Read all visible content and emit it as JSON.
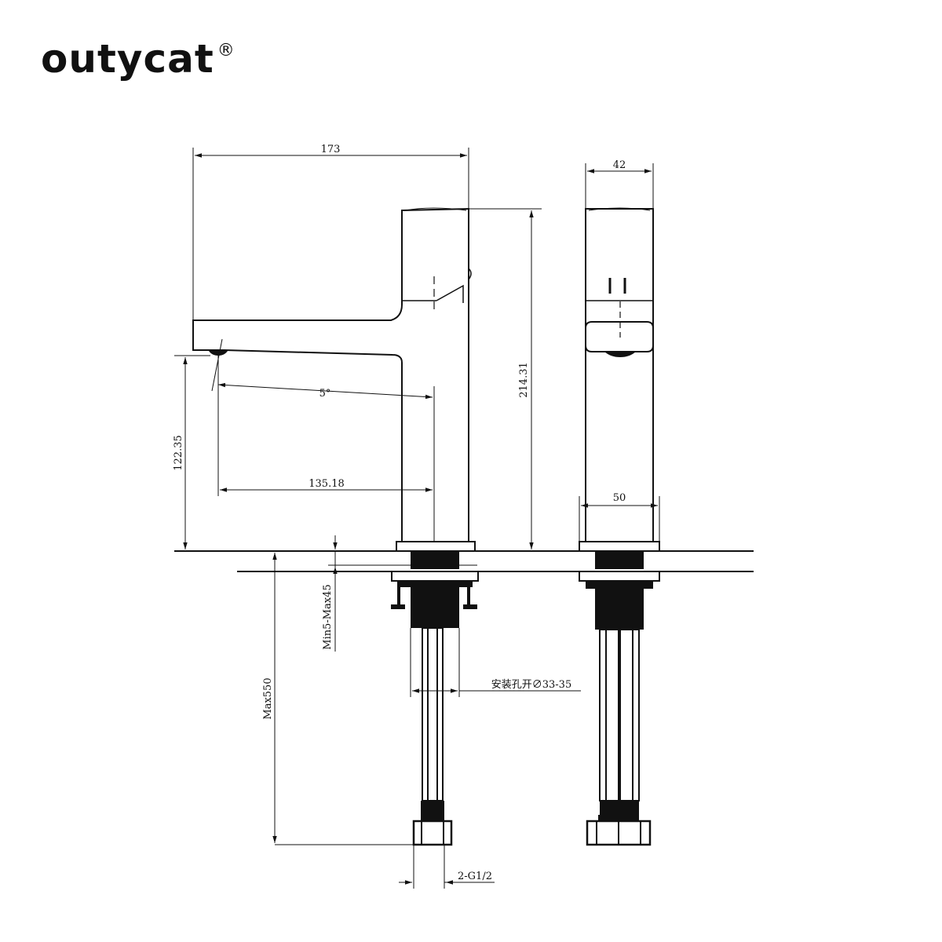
{
  "brand": {
    "name": "outycat",
    "mark": "®"
  },
  "colors": {
    "line": "#111111",
    "background": "#ffffff"
  },
  "dimensions": {
    "overall_width": "173",
    "side_width": "42",
    "height": "214.31",
    "spout_height": "122.35",
    "reach": "135.18",
    "angle": "5°",
    "base_width": "50",
    "deck_thickness": "Min5-Max45",
    "hose_length": "Max550",
    "hole_size": "安装孔开∅33-35",
    "connection": "2-G1/2"
  }
}
